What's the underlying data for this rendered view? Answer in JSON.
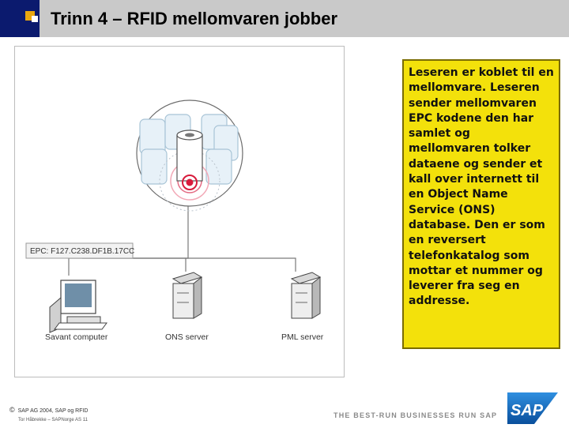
{
  "header": {
    "title": "Trinn 4 – RFID mellomvaren jobber"
  },
  "figure": {
    "epc_label": "EPC: F127.C238.DF1B.17CC",
    "nodes": {
      "savant": "Savant computer",
      "ons": "ONS server",
      "pml": "PML server"
    }
  },
  "callout": {
    "text": "Leseren er koblet til en mellomvare. Leseren sender mellomvaren EPC kodene den har samlet og mellomvaren tolker dataene og sender et kall over internett til en  Object Name Service (ONS) database. Den er som en reversert telefonkatalog som mottar et nummer og leverer fra seg en addresse."
  },
  "footer": {
    "copyright_symbol": "©",
    "copyright": "SAP AG 2004, SAP og RFID",
    "sub": "Tor Håbrekke – SAPNorge AS  11",
    "tagline": "THE BEST-RUN BUSINESSES RUN SAP",
    "logo_text": "SAP"
  },
  "colors": {
    "header_bg": "#c9c9c9",
    "accent_navy": "#0b1a6e",
    "accent_yellow": "#e9a70f",
    "callout_bg": "#f3e10b",
    "sap_blue": "#0a63b6",
    "rfid_red": "#d81b3c"
  }
}
